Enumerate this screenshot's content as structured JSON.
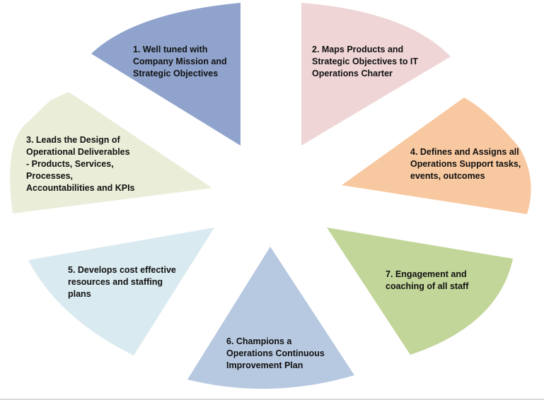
{
  "segments": [
    {
      "id": "seg1",
      "color": "#8fa3cc",
      "lines": [
        "1.  Well tuned with",
        "Company Mission and",
        "Strategic Objectives"
      ]
    },
    {
      "id": "seg2",
      "color": "#efd5d6",
      "lines": [
        "2.  Maps Products and",
        "Strategic Objectives to IT",
        "Operations Charter"
      ]
    },
    {
      "id": "seg3",
      "color": "#eaeed8",
      "lines": [
        "3.  Leads the Design of",
        "Operational Deliverables",
        "- Products, Services,",
        "Processes,",
        "Accountabilities and KPIs"
      ]
    },
    {
      "id": "seg4",
      "color": "#f8c8a0",
      "lines": [
        "4.  Defines and Assigns all",
        "Operations Support tasks,",
        "events, outcomes"
      ]
    },
    {
      "id": "seg5",
      "color": "#d9eaf0",
      "lines": [
        "5.  Develops cost effective",
        "resources and staffing",
        "plans"
      ]
    },
    {
      "id": "seg6",
      "color": "#b7c9e1",
      "lines": [
        "6.  Champions a",
        "Operations Continuous",
        "Improvement Plan"
      ]
    },
    {
      "id": "seg7",
      "color": "#c2d699",
      "lines": [
        "7.  Engagement and",
        "coaching of all staff"
      ]
    }
  ]
}
